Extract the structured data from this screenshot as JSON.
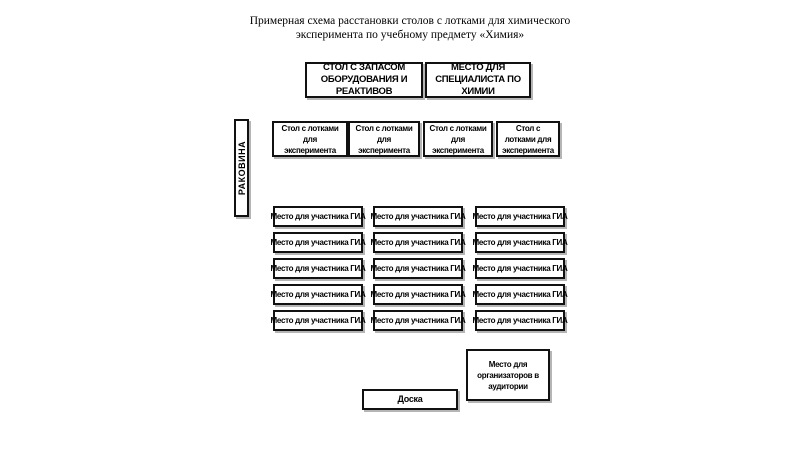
{
  "title": {
    "line1": "Примерная схема расстановки столов с лотками для химического",
    "line2": "эксперимента по учебному предмету «Химия»"
  },
  "top_boxes": {
    "supply_table": "Стол с запасом оборудования и реактивов",
    "specialist_place": "Место для специалиста по химии"
  },
  "sink": "РАКОВИНА",
  "experiment_tables": [
    "Стол с лотками для эксперимента",
    "Стол с лотками для эксперимента",
    "Стол с лотками для эксперимента",
    "Стол с лотками для эксперимента"
  ],
  "participant_seat_label": "Место для участника ГИА",
  "participant_grid": {
    "columns": 3,
    "rows": 5
  },
  "organizers_place": "Место для организаторов в аудитории",
  "board": "Доска"
}
